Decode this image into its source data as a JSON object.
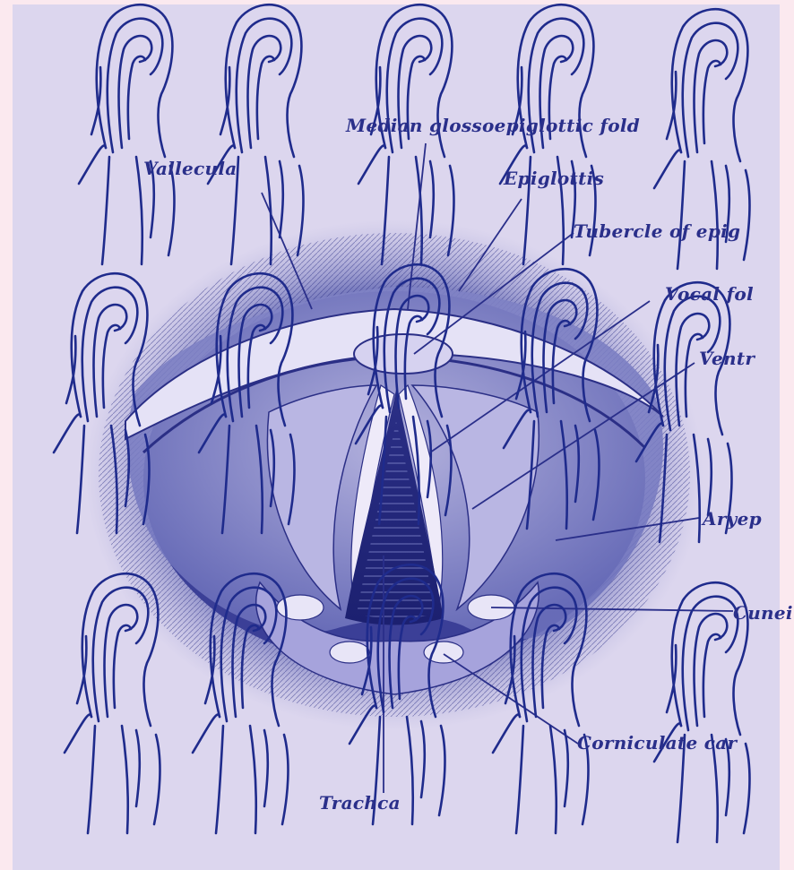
{
  "labels": {
    "median_glossoepiglottic_fold": "Median glossoepiglottic fold",
    "vallecula": "Vallecula",
    "epiglottis": "Epiglottis",
    "tubercle_of_epiglottis": "Tubercle of epig",
    "vocal_fold": "Vocal fol",
    "ventricular_fold": "Ventr",
    "aryepiglottic_fold": "Aryep",
    "cuneiform_cartilage": "Cunei",
    "corniculate_cartilage": "Corniculate car",
    "trachea": "Trachca"
  },
  "colors": {
    "page_background": "#fbe9ef",
    "plate_background": "#dcd6ee",
    "ink": "#2a2f8a",
    "overlay_stroke": "#1f2b8c"
  },
  "overlay": {
    "icon": "hand-drawn-swirl-glyph",
    "rows": 3,
    "per_row": 5
  }
}
